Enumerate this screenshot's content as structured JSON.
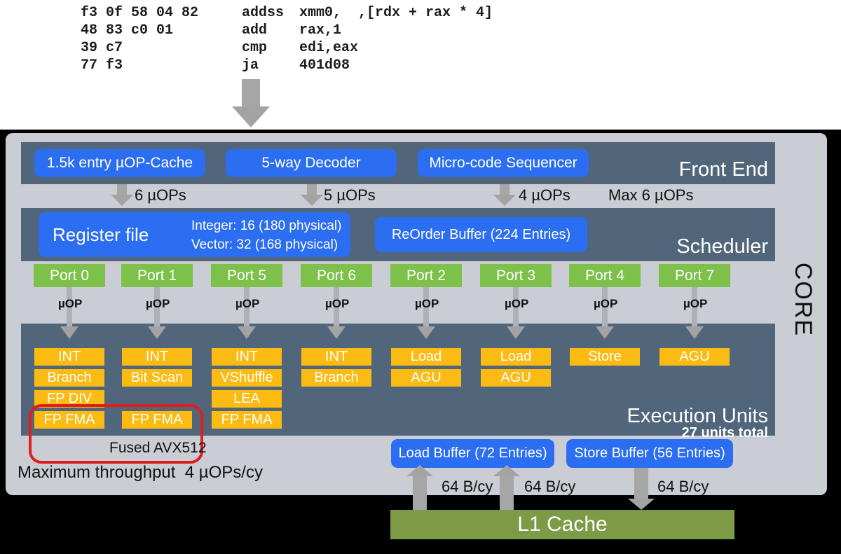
{
  "assembly": {
    "lines": [
      {
        "bytes": "f3 0f 58 04 82",
        "mnemonic": "addss",
        "operands": "xmm0,  ,[rdx + rax * 4]"
      },
      {
        "bytes": "48 83 c0 01",
        "mnemonic": "add",
        "operands": "rax,1"
      },
      {
        "bytes": "39 c7",
        "mnemonic": "cmp",
        "operands": "edi,eax"
      },
      {
        "bytes": "77 f3",
        "mnemonic": "ja",
        "operands": "401d08"
      }
    ]
  },
  "core": {
    "label": "CORE"
  },
  "front_end": {
    "title": "Front End",
    "boxes": [
      "1.5k entry µOP-Cache",
      "5-way Decoder",
      "Micro-code Sequencer"
    ],
    "arrow_labels": [
      "6 µOPs",
      "5 µOPs",
      "4 µOPs"
    ],
    "max_label": "Max 6 µOPs"
  },
  "scheduler": {
    "title": "Scheduler",
    "register_file": {
      "label": "Register file",
      "integer": "Integer: 16 (180 physical)",
      "vector": "Vector: 32 (168 physical)"
    },
    "reorder_buffer": "ReOrder Buffer (224 Entries)"
  },
  "uop_label": "µOP",
  "ports": [
    {
      "label": "Port 0",
      "units": [
        "INT",
        "Branch",
        "FP DIV",
        "FP FMA"
      ]
    },
    {
      "label": "Port 1",
      "units": [
        "INT",
        "Bit Scan",
        "",
        "FP FMA"
      ]
    },
    {
      "label": "Port 5",
      "units": [
        "INT",
        "VShuffle",
        "LEA",
        "FP FMA"
      ]
    },
    {
      "label": "Port 6",
      "units": [
        "INT",
        "Branch",
        "",
        ""
      ]
    },
    {
      "label": "Port 2",
      "units": [
        "Load",
        "AGU",
        "",
        ""
      ]
    },
    {
      "label": "Port 3",
      "units": [
        "Load",
        "AGU",
        "",
        ""
      ]
    },
    {
      "label": "Port 4",
      "units": [
        "Store",
        "",
        "",
        ""
      ]
    },
    {
      "label": "Port 7",
      "units": [
        "AGU",
        "",
        "",
        ""
      ]
    }
  ],
  "execution": {
    "title": "Execution Units",
    "subtitle": "27 units total",
    "fused_note": "Fused AVX512"
  },
  "throughput_note": "Maximum throughput  4 µOPs/cy",
  "buffers": {
    "load": "Load Buffer (72 Entries)",
    "store": "Store Buffer (56 Entries)",
    "bandwidth_labels": [
      "64 B/cy",
      "64 B/cy",
      "64 B/cy"
    ]
  },
  "l1_cache": "L1 Cache",
  "colors": {
    "accent_blue": "#2c6ef2",
    "port_green": "#7dc14b",
    "unit_orange": "#fcbb12",
    "slate": "#51657b",
    "core_gray": "#cbcdd5",
    "l1_olive": "#7d9b45",
    "highlight_red": "#e11d1d"
  }
}
